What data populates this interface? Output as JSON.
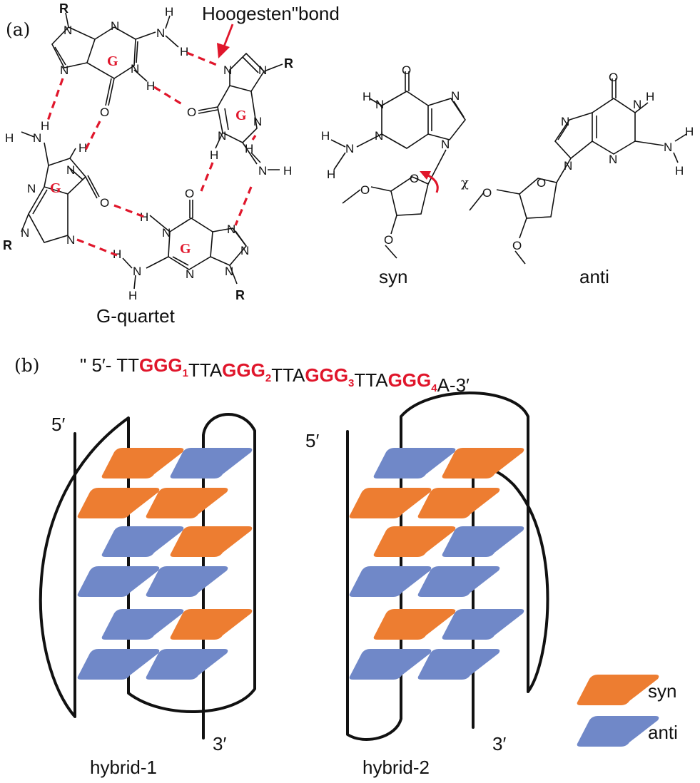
{
  "panel_a": {
    "label": "(a)",
    "quartet_label": "G-quartet",
    "ring_label": "G",
    "r_label": "R",
    "hoogsteen_label": "Hoogesten\"bond",
    "syn_label": "syn",
    "anti_label": "anti",
    "chi_label": "χ",
    "atoms": {
      "N": "N",
      "H": "H",
      "O": "O"
    }
  },
  "panel_b": {
    "label": "(b)",
    "sequence": [
      {
        "text": "\" 5′- TT",
        "color": "#111111",
        "bold": false,
        "sub": ""
      },
      {
        "text": "GGG",
        "color": "#e0162b",
        "bold": true,
        "sub": "1"
      },
      {
        "text": "TTA",
        "color": "#111111",
        "bold": false,
        "sub": ""
      },
      {
        "text": "GGG",
        "color": "#e0162b",
        "bold": true,
        "sub": "2"
      },
      {
        "text": "TTA",
        "color": "#111111",
        "bold": false,
        "sub": ""
      },
      {
        "text": "GGG",
        "color": "#e0162b",
        "bold": true,
        "sub": "3"
      },
      {
        "text": "TTA",
        "color": "#111111",
        "bold": false,
        "sub": ""
      },
      {
        "text": "GGG",
        "color": "#e0162b",
        "bold": true,
        "sub": "4"
      },
      {
        "text": "A-3′",
        "color": "#111111",
        "bold": false,
        "sub": ""
      }
    ],
    "five_prime": "5′",
    "three_prime": "3′",
    "hybrid1_label": "hybrid-1",
    "hybrid2_label": "hybrid-2",
    "hybrid1_tiles": [
      "syn",
      "anti",
      "syn",
      "syn",
      "anti",
      "syn",
      "anti",
      "anti",
      "anti",
      "syn",
      "anti",
      "anti"
    ],
    "hybrid2_tiles": [
      "anti",
      "syn",
      "syn",
      "syn",
      "syn",
      "anti",
      "anti",
      "anti",
      "syn",
      "anti",
      "anti",
      "anti"
    ]
  },
  "legend": [
    {
      "label": "syn",
      "color": "#ed7d31"
    },
    {
      "label": "anti",
      "color": "#7088c8"
    }
  ],
  "colors": {
    "syn": "#ed7d31",
    "anti": "#7088c8",
    "accent": "#e0162b"
  }
}
